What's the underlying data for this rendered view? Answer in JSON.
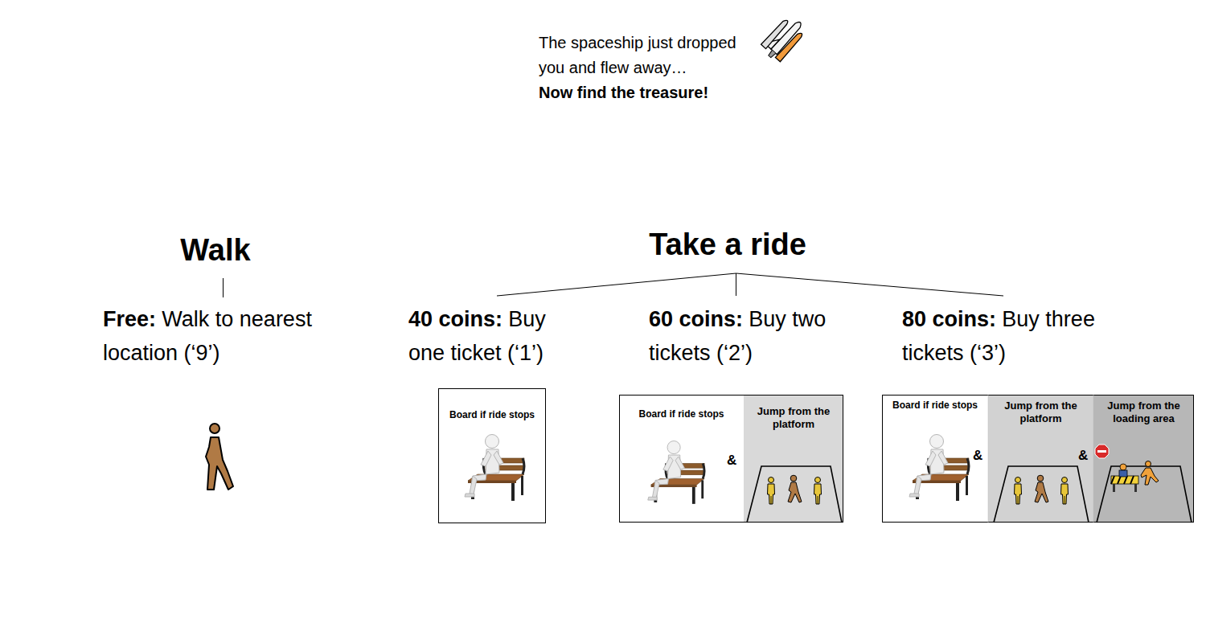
{
  "diagram": {
    "nodes": [
      {
        "text": [
          "Board if ride stops"
        ]
      },
      {
        "text": [
          "Board if ride stops"
        ]
      },
      {
        "text": [
          "Jump from the platform"
        ]
      },
      {
        "text": [
          "Board if ride stops"
        ]
      },
      {
        "text": [
          "Jump from the platform"
        ]
      },
      {
        "text": [
          "Jump from the loading area"
        ]
      }
    ],
    "labels": [
      "The spaceship just dropped you and flew away…",
      "Now find the treasure!",
      "Walk",
      "Take a ride",
      "Free:",
      "Walk to nearest location (‘9’)",
      "40 coins:",
      "Buy one ticket (‘1’)",
      "60 coins:",
      "Buy two tickets (‘2’)",
      "80 coins:",
      "Buy three tickets (‘3’)",
      "&",
      "&",
      "&"
    ]
  }
}
